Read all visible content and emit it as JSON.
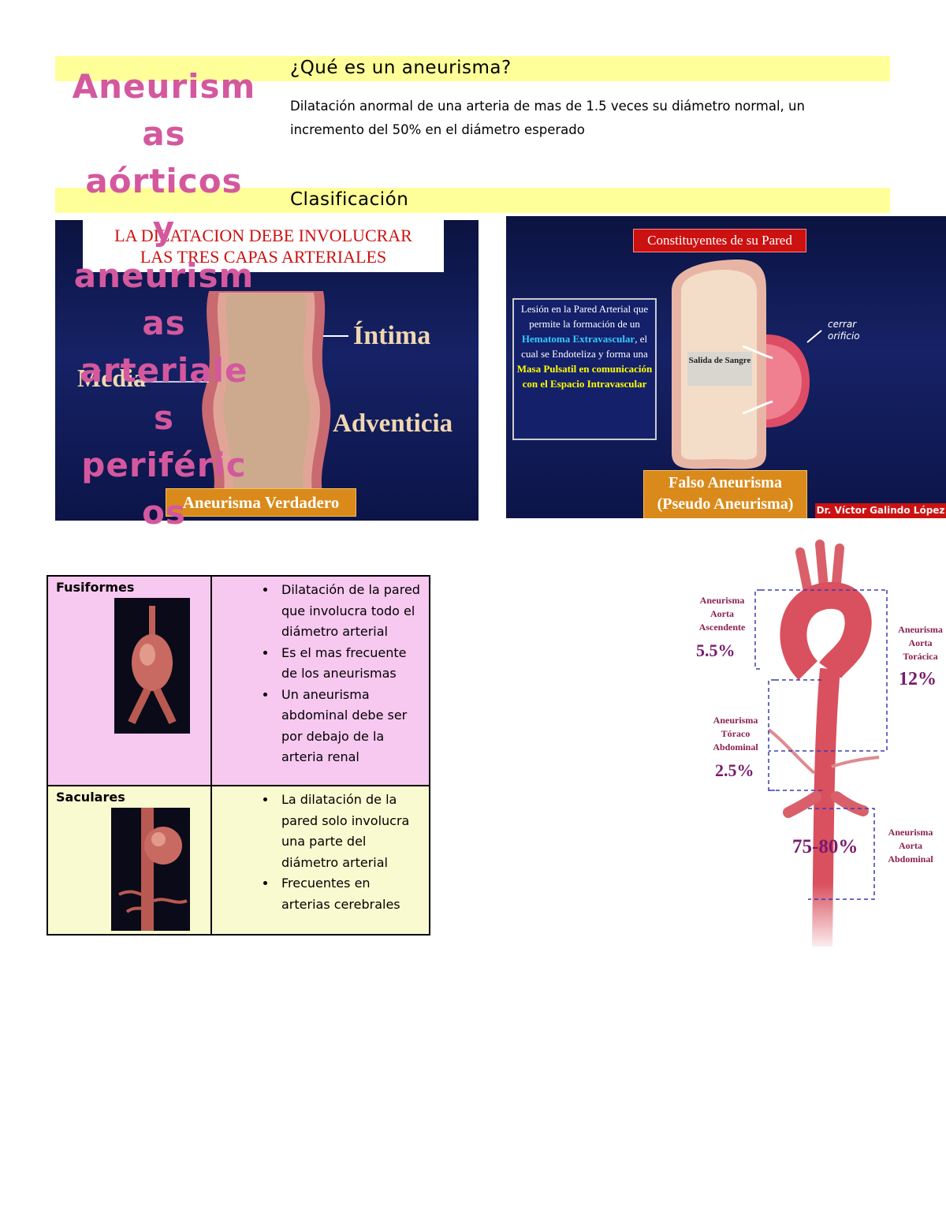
{
  "title": {
    "lines": [
      "Aneurism",
      "as",
      "aórticos",
      "y",
      "aneurism",
      "as",
      "arteriale",
      "s",
      "periféric",
      "os"
    ]
  },
  "sections": {
    "q_heading": "¿Qué es un aneurisma?",
    "definition": "Dilatación anormal de una arteria de mas de 1.5 veces su diámetro normal, un incremento del 50% en el diámetro esperado",
    "class_heading": "Clasificación"
  },
  "slide_true": {
    "banner_line1": "LA DILATACION DEBE INVOLUCRAR",
    "banner_line2": "LAS TRES CAPAS ARTERIALES",
    "intima": "Íntima",
    "media": "Media",
    "adventicia": "Adventicia",
    "caption": "Aneurisma Verdadero"
  },
  "slide_false": {
    "constituyentes": "Constituyentes de su Pared",
    "lesion_intro": "Lesión en la Pared Arterial que permite la formación de un",
    "hematoma": "Hematoma Extravascular",
    "lesion_mid": ", el cual se Endoteliza y forma una",
    "masa": "Masa Pulsatil en comunicación con el Espacio Intravascular",
    "salida": "Salida de Sangre",
    "note": "cerrar orificio",
    "caption_line1": "Falso Aneurisma",
    "caption_line2": "(Pseudo Aneurisma)",
    "credit": "Dr. Víctor Galindo López"
  },
  "classification_table": [
    {
      "type": "Fusiformes",
      "bullets": [
        "Dilatación de la pared que involucra todo el diámetro arterial",
        "Es el mas frecuente de los aneurismas",
        "Un aneurisma abdominal debe ser por debajo de la arteria renal"
      ]
    },
    {
      "type": "Saculares",
      "bullets": [
        "La dilatación de la pared solo involucra una parte del diámetro arterial",
        "Frecuentes en arterias cerebrales"
      ]
    }
  ],
  "aorta_figure": {
    "asc_label": "Aneurisma Aorta Ascendente",
    "asc_pct": "5.5%",
    "tor_label": "Aneurisma Aorta Torácica",
    "tor_pct": "12%",
    "ta_label": "Aneurisma Tóraco Abdominal",
    "ta_pct": "2.5%",
    "abd_label": "Aneurisma Aorta Abdominal",
    "abd_pct": "75-80%"
  },
  "colors": {
    "title_pink": "#d4589e",
    "highlight_yellow": "#ffff99",
    "slide_navy": "#13205e",
    "caption_orange": "#d98a1a",
    "label_purple": "#8a2050",
    "pct_purple": "#7a1a6e"
  }
}
